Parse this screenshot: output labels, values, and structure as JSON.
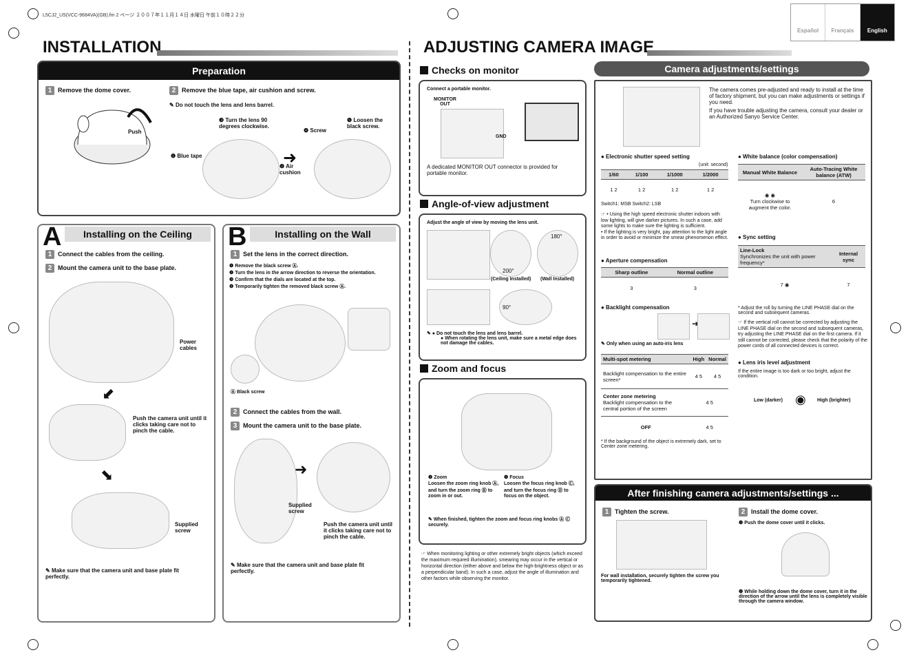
{
  "header_file": "L5CJ2_US(VCC-9684VA)(GB).fm  2 ページ  ２００７年１１月１４日  水曜日  午前１０時２２分",
  "languages": [
    "Español",
    "Français",
    "English"
  ],
  "installation": {
    "title": "INSTALLATION",
    "preparation": {
      "title": "Preparation",
      "step1": {
        "num": "1",
        "text": "Remove the dome cover."
      },
      "push": "Push",
      "step2": {
        "num": "2",
        "text": "Remove the blue tape, air cushion and screw."
      },
      "note": "Do not touch the lens and lens barrel.",
      "turn": "❸ Turn the lens 90 degrees clockwise.",
      "screw": "❹ Screw",
      "loosen": "❺ Loosen the black screw.",
      "blue_tape": "❶ Blue tape",
      "air_cushion": "❷ Air cushion"
    },
    "ceiling": {
      "letter": "A",
      "title": "Installing on the Ceiling",
      "step1": {
        "num": "1",
        "text": "Connect the cables from the ceiling."
      },
      "step2": {
        "num": "2",
        "text": "Mount the camera unit to the base plate."
      },
      "power_cables": "Power cables",
      "push_text": "Push the camera unit until it clicks taking care not to pinch the cable.",
      "supplied_screw": "Supplied screw",
      "note": "Make sure that the camera unit and base plate fit perfectly."
    },
    "wall": {
      "letter": "B",
      "title": "Installing on the Wall",
      "step1": {
        "num": "1",
        "text": "Set the lens in the correct direction."
      },
      "substeps": [
        "❶ Remove the black screw Ⓐ.",
        "❷ Turn the lens in the arrow direction to reverse the orientation.",
        "❸ Confirm that the dials are located at the top.",
        "❹ Temporarily tighten the removed black screw Ⓐ."
      ],
      "black_screw": "Ⓐ Black screw",
      "step2": {
        "num": "2",
        "text": "Connect the cables from the wall."
      },
      "step3": {
        "num": "3",
        "text": "Mount the camera unit to the base plate."
      },
      "supplied_screw": "Supplied screw",
      "push_text": "Push the camera unit until it clicks taking care not to pinch the cable.",
      "note": "Make sure that the camera unit and base plate fit perfectly."
    }
  },
  "adjusting": {
    "title": "ADJUSTING CAMERA IMAGE",
    "checks": {
      "title": "Checks on monitor",
      "connect": "Connect a portable monitor.",
      "monitor_out": "MONITOR OUT",
      "gnd": "GND",
      "desc": "A dedicated MONITOR OUT connector is provided for portable monitor."
    },
    "angle": {
      "title": "Angle-of-view adjustment",
      "instruction": "Adjust the angle of view by moving the lens unit.",
      "deg200": "200°",
      "deg180": "180°",
      "deg90": "90°",
      "ceiling": "(Ceiling Installed)",
      "wall": "(Wall Installed)",
      "notes": [
        "Do not touch the lens and lens barrel.",
        "When rotating the lens unit, make sure a metal edge does not damage the cables."
      ]
    },
    "zoom": {
      "title": "Zoom and focus",
      "zoom_text": [
        "❶ Zoom",
        "Loosen the zoom ring knob Ⓐ, and turn the zoom ring Ⓑ to zoom in or out."
      ],
      "focus_text": [
        "❷ Focus",
        "Loosen the focus ring knob Ⓒ, and turn the focus ring Ⓓ to focus on the object."
      ],
      "note": "When finished, tighten the zoom and focus ring knobs Ⓐ Ⓒ securely."
    },
    "bright_note": "When monitoring lighting or other extremely bright objects (which exceed the maximum required illumination), smearing may occur in the vertical or horizontal direction (either above and below the high-brightness object or as a perpendicular band). In such a case, adjust the angle of illumination and other factors while observing the monitor.",
    "settings": {
      "title": "Camera adjustments/settings",
      "intro1": "The camera comes pre-adjusted and ready to install at the time of factory shipment, but you can make adjustments or settings if you need.",
      "intro2": "If you have trouble adjusting the camera, consult your dealer or an Authorized Sanyo Service Center.",
      "shutter": {
        "title": "● Electronic shutter speed setting",
        "unit": "(unit: second)",
        "headers": [
          "1/60",
          "1/100",
          "1/1000",
          "1/2000"
        ],
        "switch_nums": [
          "1  2",
          "1  2",
          "1  2",
          "1  2"
        ],
        "caption": "Switch1: MSB    Switch2: LSB",
        "notes": [
          "• Using the high speed electronic shutter indoors with low lighting, will give darker pictures. In such a case, add some lights to make sure the lighting is sufficient.",
          "• If the lighting is very bright, pay attention to the light angle in order to avoid or minimize the smear phenomenon effect."
        ]
      },
      "aperture": {
        "title": "● Aperture compensation",
        "headers": [
          "Sharp outline",
          "Normal outline"
        ],
        "values": [
          "3",
          "3"
        ]
      },
      "backlight": {
        "title": "● Backlight compensation",
        "note": "Only when using an auto-iris lens",
        "headers": [
          "Multi-spot metering",
          "High",
          "Normal"
        ],
        "row1_desc": "Backlight compensation to the entire screen*",
        "row2_title": "Center zone metering",
        "row2_desc": "Backlight compensation to the central portion of the screen",
        "row3": "OFF",
        "nums": "4  5",
        "footnote": "*  If the background of the object is extremely dark, set to Center zone metering."
      },
      "wb": {
        "title": "● White balance (color compensation)",
        "headers": [
          "Manual White Balance",
          "Auto-Tracing White balance (ATW)"
        ],
        "turn": "Turn clockwise to augment the color.",
        "n6": "6"
      },
      "sync": {
        "title": "● Sync setting",
        "linelock": "Line-Lock",
        "linelock_desc": "Synchronizes the unit with power frequency*",
        "internal": "Internal sync",
        "n7": "7",
        "footnote": "*  Adjust the roll by turning the LINE PHASE dial on the second and subsequent cameras.",
        "note": "If the vertical roll cannot be corrected by adjusting the LINE PHASE dial on the second and subsequent cameras, try adjusting the LINE PHASE dial on the first camera. If it still cannot be corrected, please check that the polarity of the power cords of all connected devices is correct."
      },
      "iris": {
        "title": "● Lens iris level adjustment",
        "desc": "If the entire image is too dark or too bright, adjust the condition.",
        "low": "Low (darker)",
        "high": "High (brighter)"
      }
    },
    "after": {
      "title": "After finishing camera adjustments/settings ...",
      "step1": {
        "num": "1",
        "text": "Tighten the screw."
      },
      "step1_note": "For wall installation, securely tighten the screw you temporarily tightened.",
      "step2": {
        "num": "2",
        "text": "Install the dome cover."
      },
      "push": "❶ Push the dome cover until it clicks.",
      "hold": "❷ While holding down the dome cover, turn it in the direction of the arrow until the lens is completely visible through the camera window."
    }
  }
}
